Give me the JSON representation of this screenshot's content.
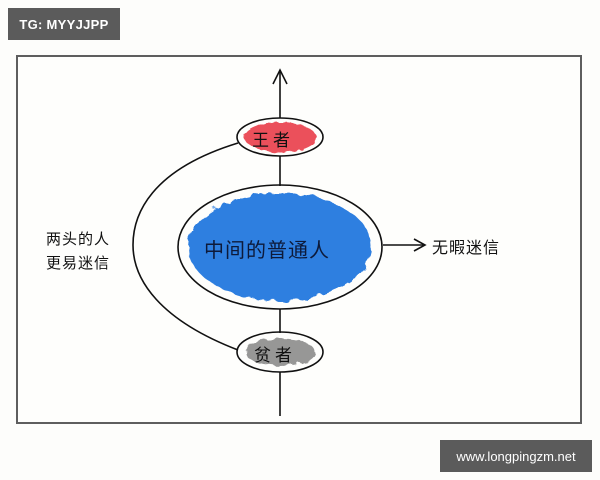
{
  "watermarks": {
    "top_left": "TG: MYYJJPP",
    "bottom_right": "www.longpingzm.net"
  },
  "diagram": {
    "top_node": {
      "label": "王者",
      "fill": "#e8333f"
    },
    "middle_node": {
      "label": "中间的普通人",
      "fill": "#2f7fe0"
    },
    "bottom_node": {
      "label": "贫者",
      "fill": "#8c8c8c"
    },
    "right_annotation": "无暇迷信",
    "left_annotation": {
      "line1": "两头的人",
      "line2": "更易迷信"
    },
    "colors": {
      "frame": "#5e5e5e",
      "stroke": "#111111",
      "background": "#fdfdfb"
    }
  }
}
